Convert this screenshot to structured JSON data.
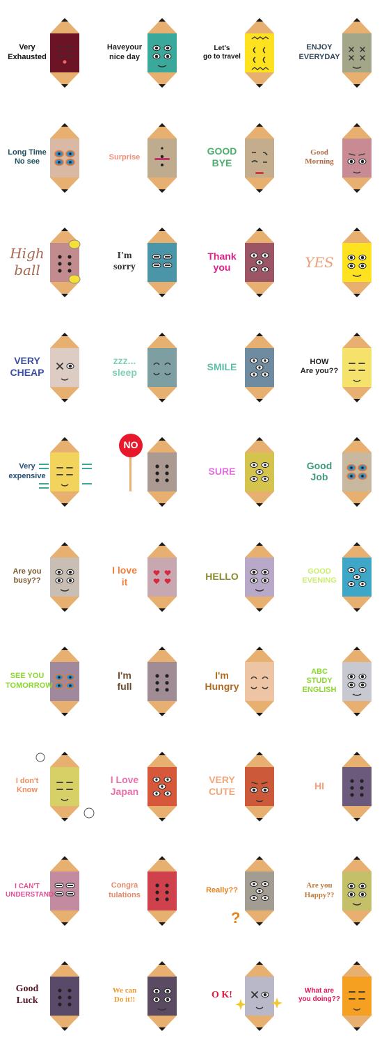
{
  "sheet": {
    "columns": 4,
    "stickers": [
      {
        "label": "Very\nExhausted",
        "body": "#6d1326",
        "text": "#111111",
        "face": "tired"
      },
      {
        "label": "Haveyour\nnice day",
        "body": "#3aa89a",
        "text": "#222222",
        "face": "big-eyes"
      },
      {
        "label": "Let's\ngo to travel",
        "body": "#ffe21f",
        "text": "#111111",
        "face": "wavy"
      },
      {
        "label": "ENJOY\nEVERYDAY",
        "body": "#a4a68a",
        "text": "#2f4454",
        "face": "x-eyes"
      },
      {
        "label": "Long Time\nNo see",
        "body": "#d9b8a4",
        "text": "#1e4f5e",
        "face": "double-eyes"
      },
      {
        "label": "Surprise",
        "body": "#bfab8e",
        "text": "#f08d77",
        "face": "surprise"
      },
      {
        "label": "GOOD\nBYE",
        "body": "#c4ad8d",
        "text": "#4caf6d",
        "face": "wink"
      },
      {
        "label": "Good\nMorning",
        "body": "#c88b93",
        "text": "#b06a44",
        "face": "sleepy",
        "font": "serif"
      },
      {
        "label": "High\nball",
        "body": "#c28b8e",
        "text": "#a66a52",
        "face": "dots",
        "font": "script",
        "prop": "ball"
      },
      {
        "label": "I'm\nsorry",
        "body": "#4a96a8",
        "text": "#333333",
        "face": "pill-eyes",
        "font": "serif"
      },
      {
        "label": "Thank\nyou",
        "body": "#9c5565",
        "text": "#e0208c",
        "face": "many-eyes"
      },
      {
        "label": "YES",
        "body": "#ffe21f",
        "text": "#e8a27a",
        "face": "big-eyes",
        "font": "script"
      },
      {
        "label": "VERY\nCHEAP",
        "body": "#dcccc4",
        "text": "#3d4fa0",
        "face": "cross-eyes"
      },
      {
        "label": "zzz...\nsleep",
        "body": "#7e9fa2",
        "text": "#7fd1b9",
        "face": "closed"
      },
      {
        "label": "SMILE",
        "body": "#6e8ba0",
        "text": "#5bbfa7",
        "face": "many-eyes"
      },
      {
        "label": "HOW\nAre you??",
        "body": "#f4e26a",
        "text": "#222222",
        "face": "lines"
      },
      {
        "label": "Very\nexpensive",
        "body": "#f2d35b",
        "text": "#234f7a",
        "face": "lines",
        "prop": "arms"
      },
      {
        "label": "NO",
        "body": "#ab9a92",
        "text": "#ffffff",
        "face": "dots",
        "prop": "sign"
      },
      {
        "label": "SURE",
        "body": "#d4c34c",
        "text": "#e56fe0",
        "face": "many-eyes"
      },
      {
        "label": "Good\nJob",
        "body": "#c8b8a0",
        "text": "#3f9a7f",
        "face": "double-eyes"
      },
      {
        "label": "Are you\nbusy??",
        "body": "#c9beb4",
        "text": "#7a5a2e",
        "face": "big-eyes"
      },
      {
        "label": "I love\nit",
        "body": "#c7a7b0",
        "text": "#f07e3d",
        "face": "hearts"
      },
      {
        "label": "HELLO",
        "body": "#b8a9c8",
        "text": "#8a8a2e",
        "face": "big-eyes"
      },
      {
        "label": "GOOD\nEVENING",
        "body": "#3ea6c7",
        "text": "#c9ef6f",
        "face": "many-eyes"
      },
      {
        "label": "SEE YOU\nTOMORROW",
        "body": "#a0899c",
        "text": "#8cd82e",
        "face": "double-eyes"
      },
      {
        "label": "I'm\nfull",
        "body": "#a08c94",
        "text": "#6a4a2a",
        "face": "dots"
      },
      {
        "label": "I'm\nHungry",
        "body": "#edc5a4",
        "text": "#b06a22",
        "face": "closed"
      },
      {
        "label": "ABC\nSTUDY\nENGLISH",
        "body": "#c8c8d0",
        "text": "#8cd82e",
        "face": "big-eyes"
      },
      {
        "label": "I don't\nKnow",
        "body": "#d7d067",
        "text": "#f08d5e",
        "face": "lines",
        "prop": "clouds"
      },
      {
        "label": "I Love\nJapan",
        "body": "#d7573a",
        "text": "#e86fa8",
        "face": "many-eyes"
      },
      {
        "label": "VERY\nCUTE",
        "body": "#cc5a3a",
        "text": "#f1a77c",
        "face": "sleepy"
      },
      {
        "label": "HI",
        "body": "#6c5a7c",
        "text": "#f5a07a",
        "face": "dots"
      },
      {
        "label": "I CAN'T\nUNDERSTAND",
        "body": "#c28b9f",
        "text": "#e34d95",
        "face": "pill-eyes"
      },
      {
        "label": "Congra\ntulations",
        "body": "#d0414e",
        "text": "#e88a6a",
        "face": "dots"
      },
      {
        "label": "Really??",
        "body": "#a39c93",
        "text": "#e3831e",
        "face": "many-eyes",
        "prop": "question"
      },
      {
        "label": "Are you\nHappy??",
        "body": "#c4c06a",
        "text": "#c07a3a",
        "face": "big-eyes",
        "font": "serif"
      },
      {
        "label": "Good\nLuck",
        "body": "#5a4a6a",
        "text": "#5a1a2a",
        "face": "dots",
        "font": "serif"
      },
      {
        "label": "We can\nDo it!!",
        "body": "#5a4a62",
        "text": "#f09a2e",
        "face": "big-eyes",
        "font": "serif"
      },
      {
        "label": "O K!",
        "body": "#b8b8c8",
        "text": "#e3173c",
        "face": "cross-eyes",
        "font": "serif",
        "prop": "sparkles"
      },
      {
        "label": "What are\nyou doing??",
        "body": "#f5a020",
        "text": "#e0175a",
        "face": "lines"
      }
    ]
  }
}
